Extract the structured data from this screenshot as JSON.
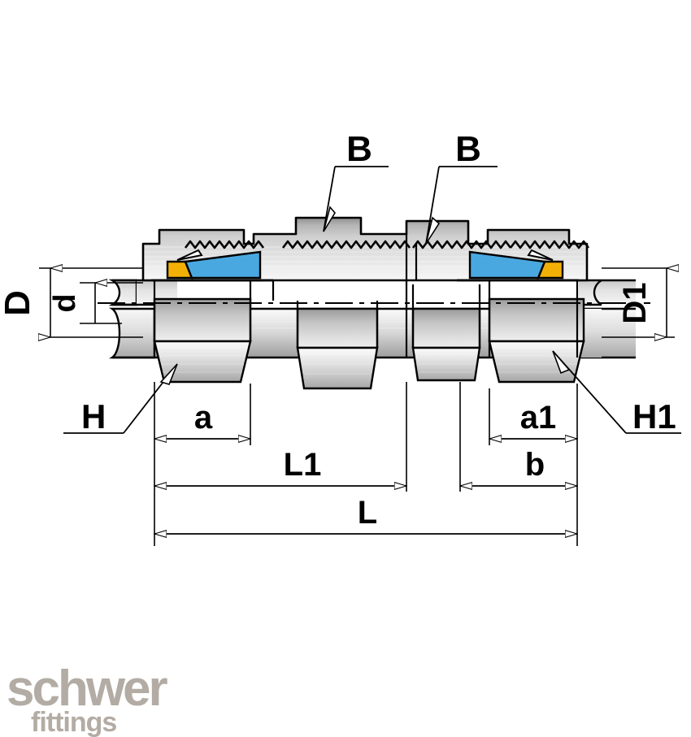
{
  "drawing": {
    "type": "technical-cross-section",
    "subject": "bulkhead union tube fitting with cutting ring",
    "background_color": "#ffffff",
    "line_color": "#000000",
    "metal_light": "#f2f2f2",
    "metal_mid": "#d9d9d9",
    "metal_dark": "#9a9a9a",
    "ring_blue": "#4aa8e0",
    "ring_orange": "#f2b007"
  },
  "labels": {
    "bore_diameter": "D",
    "inner_diameter": "d",
    "bore_diameter_right": "D1",
    "hex_left": "H",
    "hex_right": "H1",
    "thread_left": "B",
    "thread_right": "B",
    "dim_a": "a",
    "dim_a1": "a1",
    "dim_b": "b",
    "dim_L1": "L1",
    "dim_L": "L"
  },
  "logo": {
    "name": "schwer",
    "tagline": "fittings",
    "color": "#b3aca4"
  }
}
